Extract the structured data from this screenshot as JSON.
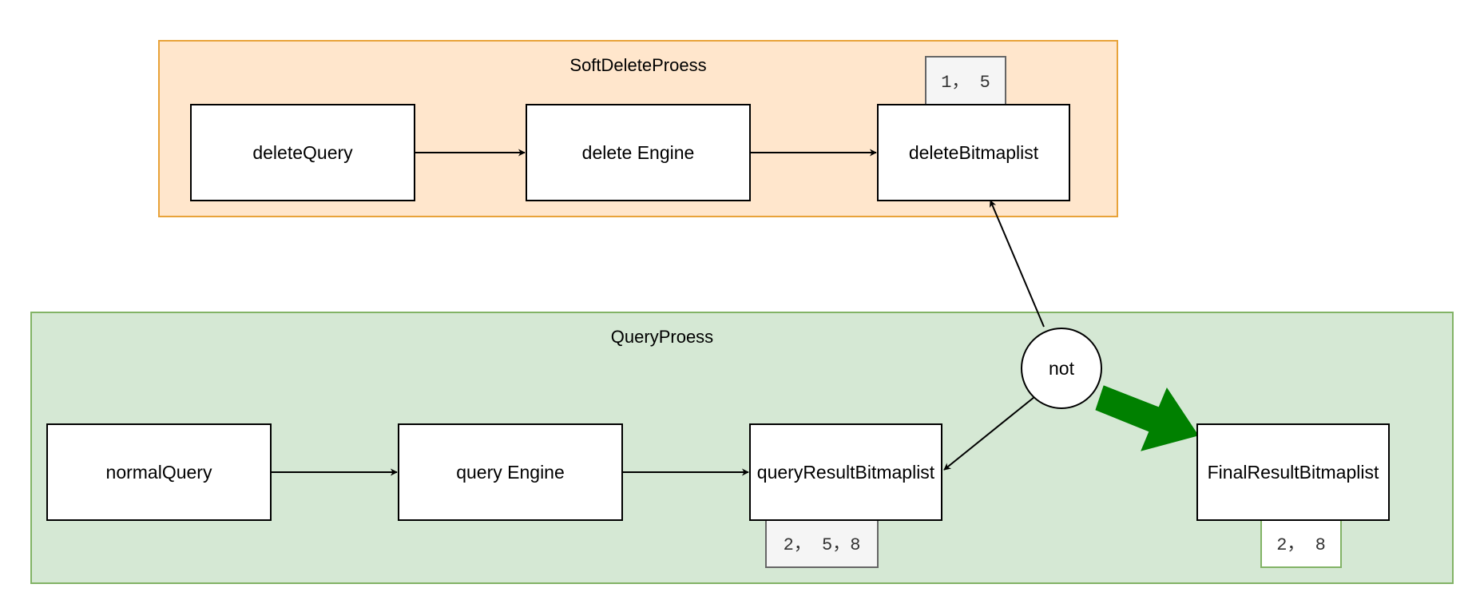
{
  "groups": {
    "soft_delete": {
      "title": "SoftDeleteProess"
    },
    "query": {
      "title": "QueryProess"
    }
  },
  "nodes": {
    "delete_query": "deleteQuery",
    "delete_engine": "delete Engine",
    "delete_bitmaplist": "deleteBitmaplist",
    "normal_query": "normalQuery",
    "query_engine": "query Engine",
    "query_result_bitmaplist": "queryResultBitmaplist",
    "final_result_bitmaplist": "FinalResultBitmaplist",
    "not_operator": "not"
  },
  "tags": {
    "delete_ids": "1， 5",
    "query_ids": "2， 5，8",
    "final_ids": "2， 8"
  },
  "colors": {
    "soft_delete_fill": "#FFE6CC",
    "soft_delete_stroke": "#E8A33A",
    "query_fill": "#D5E8D4",
    "query_stroke": "#82B366",
    "tag_fill": "#F5F5F5",
    "tag_stroke": "#666666",
    "final_tag_stroke": "#82B366",
    "result_arrow": "#008000"
  }
}
